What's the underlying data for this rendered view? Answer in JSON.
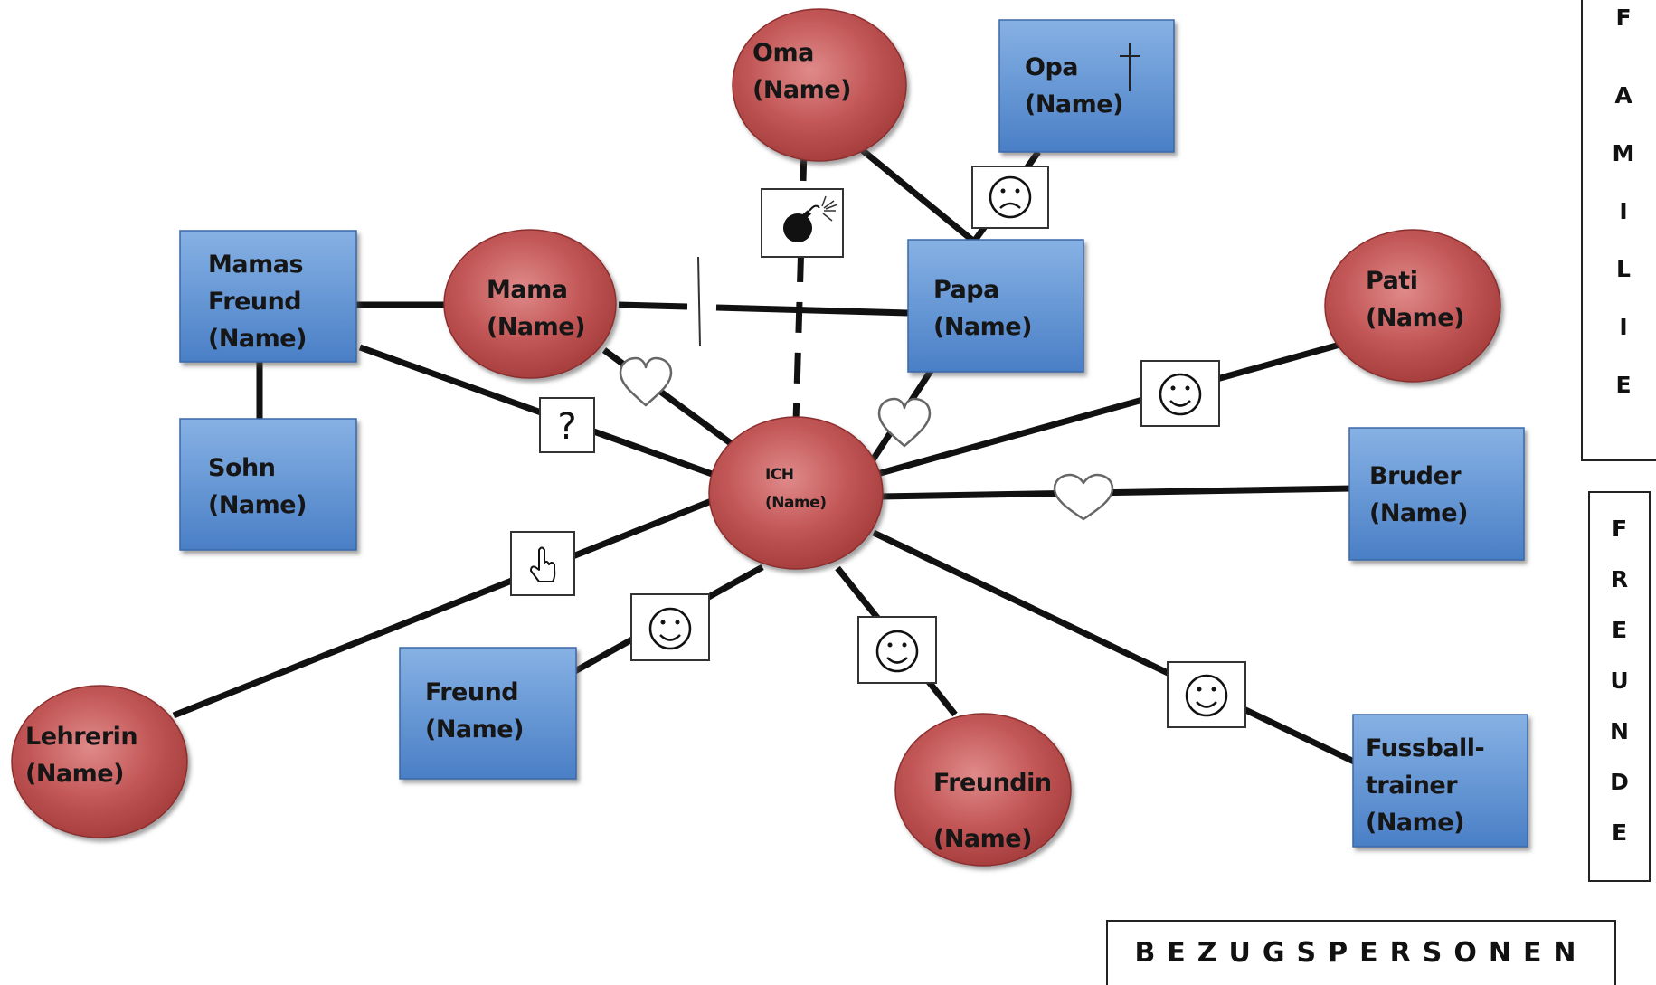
{
  "center": {
    "line1": "ICH",
    "line2": "(Name)"
  },
  "nodes": {
    "oma": [
      "Oma",
      "(Name)"
    ],
    "opa": [
      "Opa",
      "(Name)"
    ],
    "mamas_freund": [
      "Mamas",
      "Freund",
      "(Name)"
    ],
    "mama": [
      "Mama",
      "(Name)"
    ],
    "papa": [
      "Papa",
      "(Name)"
    ],
    "pati": [
      "Pati",
      "(Name)"
    ],
    "sohn": [
      "Sohn",
      "(Name)"
    ],
    "bruder": [
      "Bruder",
      "(Name)"
    ],
    "lehrerin": [
      "Lehrerin",
      "(Name)"
    ],
    "freund": [
      "Freund",
      "(Name)"
    ],
    "freundin": [
      "Freundin",
      "(Name)"
    ],
    "fussballtrainer": [
      "Fussball-",
      "trainer",
      "(Name)"
    ]
  },
  "relation_symbols": {
    "ich_oma": "bomb-icon",
    "oma_opa": "sad-face-icon",
    "ich_mama": "heart-icon",
    "ich_papa": "heart-icon",
    "ich_mamas_freund": "?",
    "ich_pati": "smiley-icon",
    "ich_bruder": "heart-icon",
    "ich_lehrerin": "pointing-hand-icon",
    "ich_freund": "smiley-icon",
    "ich_freundin": "smiley-icon",
    "ich_fussballtrainer": "smiley-icon"
  },
  "side_labels": {
    "familie": [
      "F",
      "A",
      "M",
      "I",
      "L",
      "I",
      "E"
    ],
    "freunde": [
      "F",
      "R",
      "E",
      "U",
      "N",
      "D",
      "E"
    ]
  },
  "footer": "BEZUGSPERSONEN",
  "colors": {
    "female_fill": "#b84a4a",
    "male_fill": "#5b8fd0",
    "line": "#111111"
  }
}
